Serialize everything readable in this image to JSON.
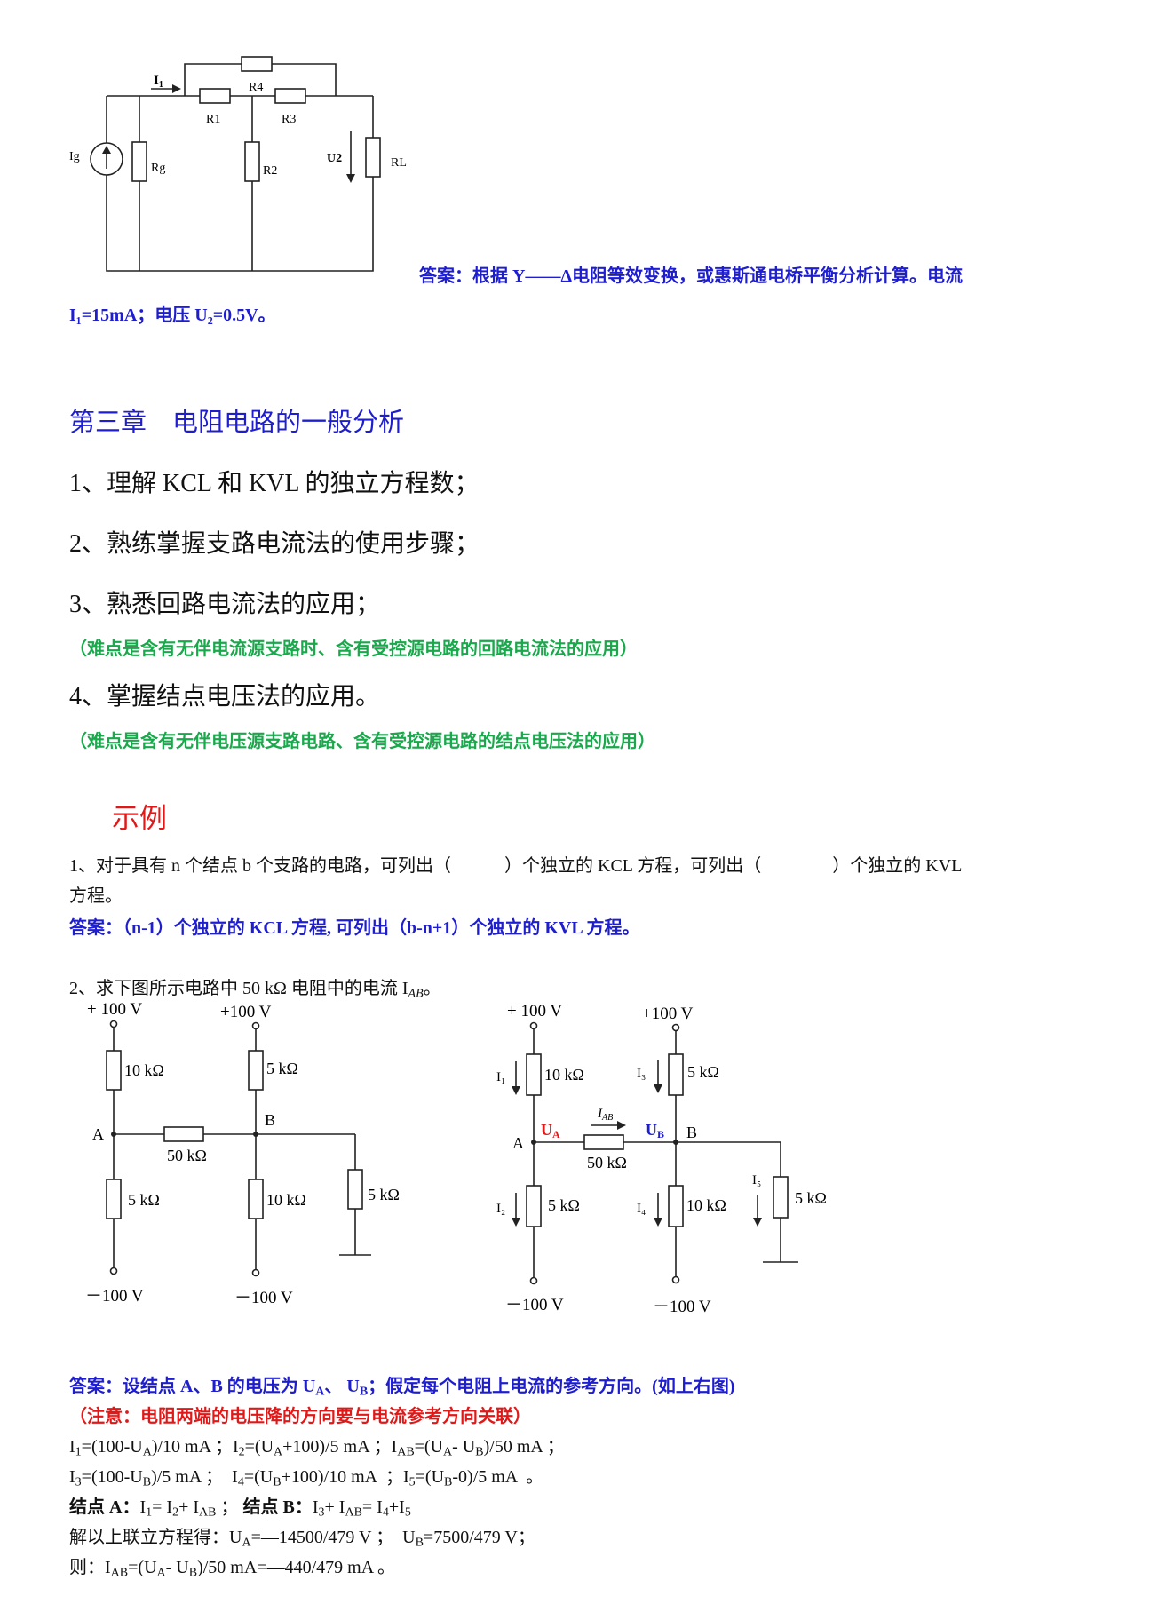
{
  "circuit1": {
    "labels": {
      "I1": "I",
      "I1_sub": "1",
      "R4": "R4",
      "R1": "R1",
      "R3": "R3",
      "Ig": "Ig",
      "Rg": "Rg",
      "R2": "R2",
      "U2": "U2",
      "RL": "RL"
    }
  },
  "answer1": {
    "line1": "答案：根据 Y——Δ电阻等效变换，或惠斯通电桥平衡分析计算。电流",
    "line2": "I₁=15mA；电压 U₂=0.5V。"
  },
  "chapter": {
    "title": "第三章　电阻电路的一般分析",
    "item1": "1、理解 KCL 和 KVL 的独立方程数；",
    "item2": "2、熟练掌握支路电流法的使用步骤；",
    "item3": "3、熟悉回路电流法的应用；",
    "note3": "（难点是含有无伴电流源支路时、含有受控源电路的回路电流法的应用）",
    "item4": "4、掌握结点电压法的应用。",
    "note4": "（难点是含有无伴电压源支路电路、含有受控源电路的结点电压法的应用）"
  },
  "example": {
    "heading": "示例",
    "q1_line1": "1、对于具有 n 个结点 b 个支路的电路，可列出（　　　）个独立的 KCL 方程，可列出（　　　　）个独立的 KVL",
    "q1_line2": "方程。",
    "a1": "答案：（n-1）个独立的 KCL 方程, 可列出（b-n+1）个独立的 KVL 方程。",
    "q2": "2、求下图所示电路中 50 kΩ 电阻中的电流 I",
    "q2_sub": "AB",
    "q2_end": "。"
  },
  "circuit2": {
    "v_top_left": "+ 100 V",
    "v_top_right": "+100 V",
    "r_10k": "10 kΩ",
    "r_5k": "5 kΩ",
    "r_50k": "50 kΩ",
    "node_a": "A",
    "node_b": "B",
    "v_bottom_left": "－100 V",
    "v_bottom_right": "－100 V"
  },
  "circuit3": {
    "v_top_left": "+ 100 V",
    "v_top_right": "+100 V",
    "i1": "I₁",
    "i2": "I₂",
    "i3": "I₃",
    "i4": "I₄",
    "i5": "I₅",
    "iab": "IAB",
    "ua": "UA",
    "ub": "UB",
    "r_10k": "10 kΩ",
    "r_5k": "5 kΩ",
    "r_50k": "50 kΩ",
    "node_a": "A",
    "node_b": "B",
    "v_bottom_left": "－100 V",
    "v_bottom_right": "－100 V"
  },
  "answer2": {
    "line1": "答案：设结点 A、B 的电压为 U",
    "line1_a": "A",
    "line1_mid": "、 U",
    "line1_b": "B",
    "line1_end": "；假定每个电阻上电流的参考方向。(如上右图)",
    "note": "（注意：电阻两端的电压降的方向要与电流参考方向关联）",
    "eq1": "I₁=(100-U_A)/10 mA ； I₂=(U_A+100)/5 mA ； I_AB=(U_A- U_B)/50 mA ；",
    "eq2": "I₃=(100-U_B)/5 mA ； I₄=(U_B+100)/10 mA ； I₅=(U_B-0)/5 mA 。",
    "eq3": "结点 A：I₁= I₂+ I_AB ； 结点 B：I₃+ I_AB= I₄+I₅",
    "eq4": "解以上联立方程得：U_A=—14500/479 V ； U_B=7500/479 V；",
    "eq5": "则：I_AB=(U_A- U_B)/50 mA=—440/479 mA 。"
  },
  "colors": {
    "blue": "#1e1ecf",
    "green": "#19a84b",
    "red": "#e01818"
  }
}
